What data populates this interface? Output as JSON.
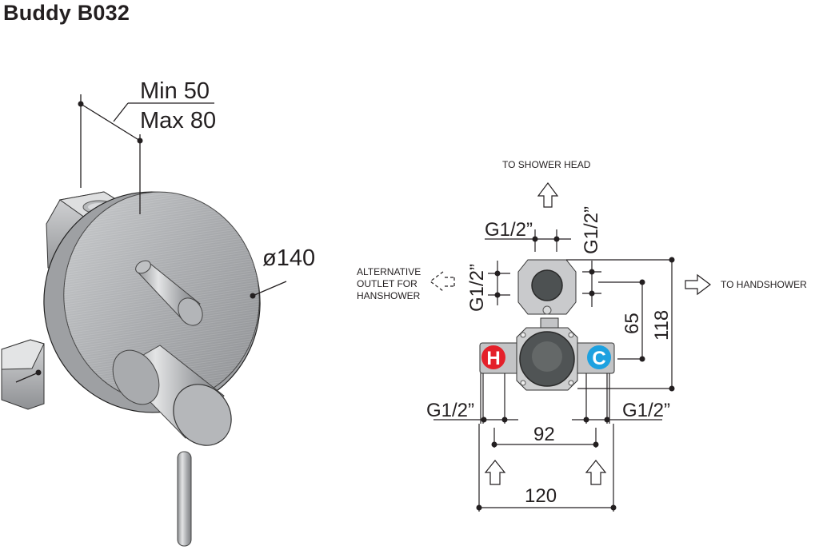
{
  "title": "Buddy B032",
  "product_view": {
    "wall_depth_min": "Min 50",
    "wall_depth_max": "Max 80",
    "diameter": "ø140"
  },
  "schematic": {
    "labels": {
      "to_shower_head": "TO SHOWER HEAD",
      "to_handshower": "TO HANDSHOWER",
      "alt_outlet_line1": "ALTERNATIVE",
      "alt_outlet_line2": "OUTLET FOR",
      "alt_outlet_line3": "HANSHOWER"
    },
    "dimensions": {
      "top_thread": "G1/2”",
      "right_thread": "G1/2”",
      "left_thread": "G1/2”",
      "bottom_left_thread": "G1/2”",
      "bottom_right_thread": "G1/2”",
      "inlet_spacing": "92",
      "overall_width": "120",
      "outlet_height": "65",
      "overall_height": "118"
    },
    "badges": {
      "hot": "H",
      "cold": "C"
    },
    "colors": {
      "hot": "#e4202a",
      "cold": "#1da1e0",
      "body": "#c9cacc",
      "valve": "#4d5152"
    }
  }
}
